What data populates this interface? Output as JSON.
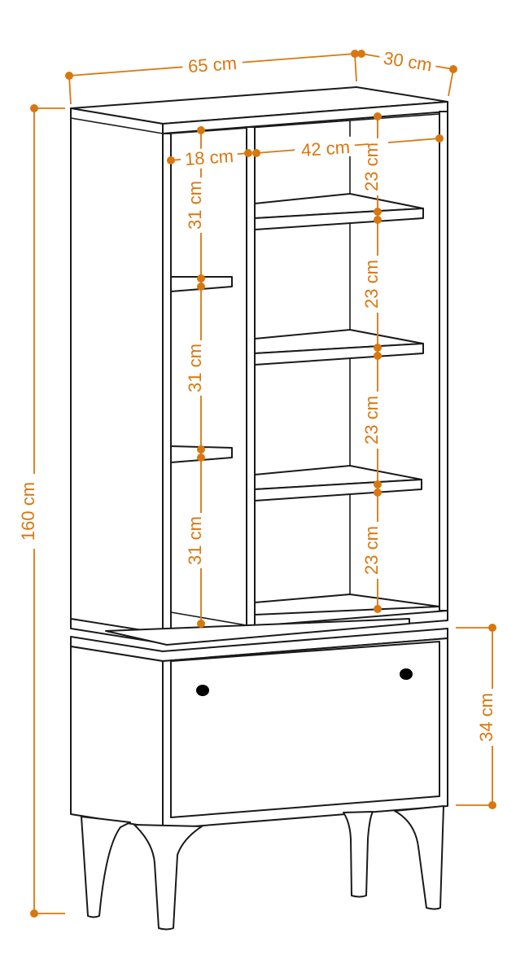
{
  "dimensions": {
    "width": "65 cm",
    "depth": "30 cm",
    "height": "160 cm",
    "left_compartment_width": "18 cm",
    "right_compartment_width": "42 cm",
    "left_shelf_gaps": [
      "31 cm",
      "31 cm",
      "31 cm"
    ],
    "right_shelf_gaps": [
      "23 cm",
      "23 cm",
      "23 cm",
      "23 cm"
    ],
    "cabinet_height": "34 cm"
  },
  "colors": {
    "dimension": "#d9770f",
    "outline": "#1a1a1a"
  }
}
